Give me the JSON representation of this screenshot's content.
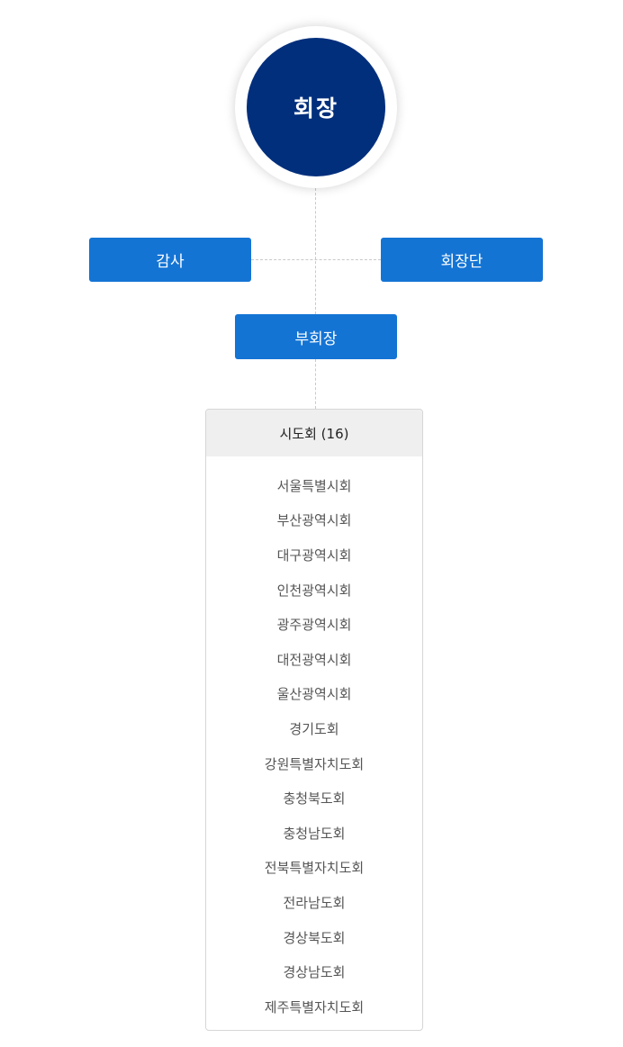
{
  "colors": {
    "president_bg": "#022f7c",
    "box_bg": "#1474d4",
    "panel_head_bg": "#efefef",
    "connector": "#c9c9c9"
  },
  "org": {
    "president": "회장",
    "auditor": "감사",
    "executive": "회장단",
    "vice_president": "부회장"
  },
  "branches": {
    "header": "시도회 (16)",
    "items": [
      "서울특별시회",
      "부산광역시회",
      "대구광역시회",
      "인천광역시회",
      "광주광역시회",
      "대전광역시회",
      "울산광역시회",
      "경기도회",
      "강원특별자치도회",
      "충청북도회",
      "충청남도회",
      "전북특별자치도회",
      "전라남도회",
      "경상북도회",
      "경상남도회",
      "제주특별자치도회"
    ]
  }
}
